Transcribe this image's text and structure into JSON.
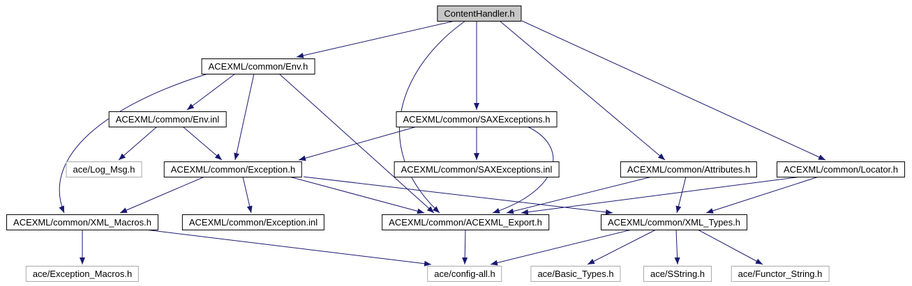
{
  "diagram": {
    "type": "include-dependency-graph",
    "root_file": "ContentHandler.h",
    "colors": {
      "edge": "#191970",
      "root_fill": "#c6c6c6",
      "node_fill": "#ffffff",
      "node_border": "#000000",
      "external_border": "#a9a9a9"
    },
    "nodes": [
      {
        "id": "ContentHandler_h",
        "label": "ContentHandler.h",
        "kind": "root"
      },
      {
        "id": "Env_h",
        "label": "ACEXML/common/Env.h",
        "kind": "internal"
      },
      {
        "id": "Env_inl",
        "label": "ACEXML/common/Env.inl",
        "kind": "internal"
      },
      {
        "id": "SAXExceptions_h",
        "label": "ACEXML/common/SAXExceptions.h",
        "kind": "internal"
      },
      {
        "id": "Log_Msg_h",
        "label": "ace/Log_Msg.h",
        "kind": "external"
      },
      {
        "id": "Exception_h",
        "label": "ACEXML/common/Exception.h",
        "kind": "internal"
      },
      {
        "id": "SAXExceptions_inl",
        "label": "ACEXML/common/SAXExceptions.inl",
        "kind": "internal"
      },
      {
        "id": "Attributes_h",
        "label": "ACEXML/common/Attributes.h",
        "kind": "internal"
      },
      {
        "id": "Locator_h",
        "label": "ACEXML/common/Locator.h",
        "kind": "internal"
      },
      {
        "id": "XML_Macros_h",
        "label": "ACEXML/common/XML_Macros.h",
        "kind": "internal"
      },
      {
        "id": "Exception_inl",
        "label": "ACEXML/common/Exception.inl",
        "kind": "internal"
      },
      {
        "id": "ACEXML_Export_h",
        "label": "ACEXML/common/ACEXML_Export.h",
        "kind": "internal"
      },
      {
        "id": "XML_Types_h",
        "label": "ACEXML/common/XML_Types.h",
        "kind": "internal"
      },
      {
        "id": "Exception_Macros_h",
        "label": "ace/Exception_Macros.h",
        "kind": "external"
      },
      {
        "id": "config_all_h",
        "label": "ace/config-all.h",
        "kind": "external"
      },
      {
        "id": "Basic_Types_h",
        "label": "ace/Basic_Types.h",
        "kind": "external"
      },
      {
        "id": "SString_h",
        "label": "ace/SString.h",
        "kind": "external"
      },
      {
        "id": "Functor_String_h",
        "label": "ace/Functor_String.h",
        "kind": "external"
      }
    ],
    "edges": [
      {
        "from": "ContentHandler_h",
        "to": "Env_h"
      },
      {
        "from": "ContentHandler_h",
        "to": "SAXExceptions_h"
      },
      {
        "from": "ContentHandler_h",
        "to": "Attributes_h"
      },
      {
        "from": "ContentHandler_h",
        "to": "Locator_h"
      },
      {
        "from": "ContentHandler_h",
        "to": "ACEXML_Export_h"
      },
      {
        "from": "Env_h",
        "to": "Env_inl"
      },
      {
        "from": "Env_h",
        "to": "Exception_h"
      },
      {
        "from": "Env_h",
        "to": "XML_Macros_h"
      },
      {
        "from": "Env_h",
        "to": "ACEXML_Export_h"
      },
      {
        "from": "Env_inl",
        "to": "Log_Msg_h"
      },
      {
        "from": "Env_inl",
        "to": "Exception_h"
      },
      {
        "from": "SAXExceptions_h",
        "to": "SAXExceptions_inl"
      },
      {
        "from": "SAXExceptions_h",
        "to": "Exception_h"
      },
      {
        "from": "SAXExceptions_h",
        "to": "ACEXML_Export_h"
      },
      {
        "from": "Exception_h",
        "to": "XML_Macros_h"
      },
      {
        "from": "Exception_h",
        "to": "Exception_inl"
      },
      {
        "from": "Exception_h",
        "to": "ACEXML_Export_h"
      },
      {
        "from": "Exception_h",
        "to": "XML_Types_h"
      },
      {
        "from": "Attributes_h",
        "to": "XML_Types_h"
      },
      {
        "from": "Attributes_h",
        "to": "ACEXML_Export_h"
      },
      {
        "from": "Locator_h",
        "to": "XML_Types_h"
      },
      {
        "from": "Locator_h",
        "to": "ACEXML_Export_h"
      },
      {
        "from": "XML_Macros_h",
        "to": "Exception_Macros_h"
      },
      {
        "from": "XML_Macros_h",
        "to": "config_all_h"
      },
      {
        "from": "ACEXML_Export_h",
        "to": "config_all_h"
      },
      {
        "from": "XML_Types_h",
        "to": "config_all_h"
      },
      {
        "from": "XML_Types_h",
        "to": "Basic_Types_h"
      },
      {
        "from": "XML_Types_h",
        "to": "SString_h"
      },
      {
        "from": "XML_Types_h",
        "to": "Functor_String_h"
      }
    ]
  }
}
